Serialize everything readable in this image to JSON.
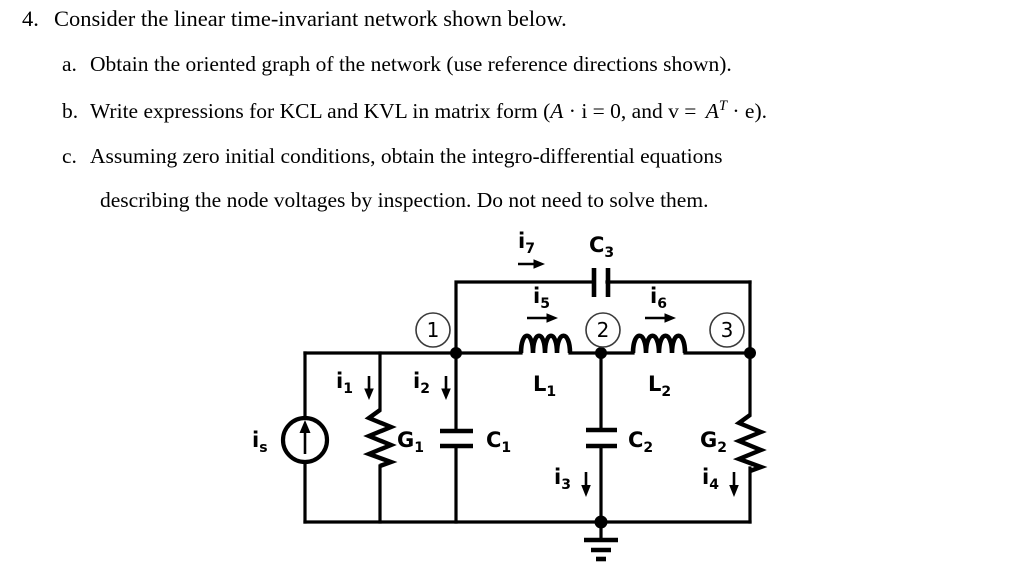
{
  "question": {
    "number": "4.",
    "stem": "Consider the linear time-invariant network shown below.",
    "parts": [
      {
        "marker": "a.",
        "text": "Obtain the oriented graph of the network (use reference directions shown)."
      },
      {
        "marker": "b.",
        "text_pre": "Write expressions for KCL and KVL in matrix form (",
        "math_a": "A",
        "math_dot1": " · i  =  0, and v  = ",
        "math_b": "A",
        "math_sup": "T",
        "math_dot2": " · e).",
        "text": ""
      },
      {
        "marker": "c.",
        "text": "Assuming zero initial conditions, obtain the integro-differential equations",
        "text_line2": "describing the node voltages by inspection. Do not need to solve them."
      }
    ]
  },
  "circuit": {
    "source": {
      "base": "i",
      "sub": "s"
    },
    "nodes": [
      {
        "label": "1"
      },
      {
        "label": "2"
      },
      {
        "label": "3"
      }
    ],
    "components": [
      {
        "id": "G1",
        "base": "G",
        "sub": "1",
        "type": "resistor"
      },
      {
        "id": "C1",
        "base": "C",
        "sub": "1",
        "type": "capacitor"
      },
      {
        "id": "L1",
        "base": "L",
        "sub": "1",
        "type": "inductor"
      },
      {
        "id": "C2",
        "base": "C",
        "sub": "2",
        "type": "capacitor"
      },
      {
        "id": "L2",
        "base": "L",
        "sub": "2",
        "type": "inductor"
      },
      {
        "id": "G2",
        "base": "G",
        "sub": "2",
        "type": "resistor"
      },
      {
        "id": "C3",
        "base": "C",
        "sub": "3",
        "type": "capacitor"
      }
    ],
    "currents": [
      {
        "id": "i1",
        "base": "i",
        "sub": "1",
        "direction": "down"
      },
      {
        "id": "i2",
        "base": "i",
        "sub": "2",
        "direction": "down"
      },
      {
        "id": "i3",
        "base": "i",
        "sub": "3",
        "direction": "down"
      },
      {
        "id": "i4",
        "base": "i",
        "sub": "4",
        "direction": "down"
      },
      {
        "id": "i5",
        "base": "i",
        "sub": "5",
        "direction": "right"
      },
      {
        "id": "i6",
        "base": "i",
        "sub": "6",
        "direction": "right"
      },
      {
        "id": "i7",
        "base": "i",
        "sub": "7",
        "direction": "right"
      }
    ],
    "ground": {
      "name": "ground-symbol"
    },
    "colors": {
      "ink": "#000000",
      "paper": "#ffffff",
      "node_outline": "#3a3a3a"
    }
  }
}
